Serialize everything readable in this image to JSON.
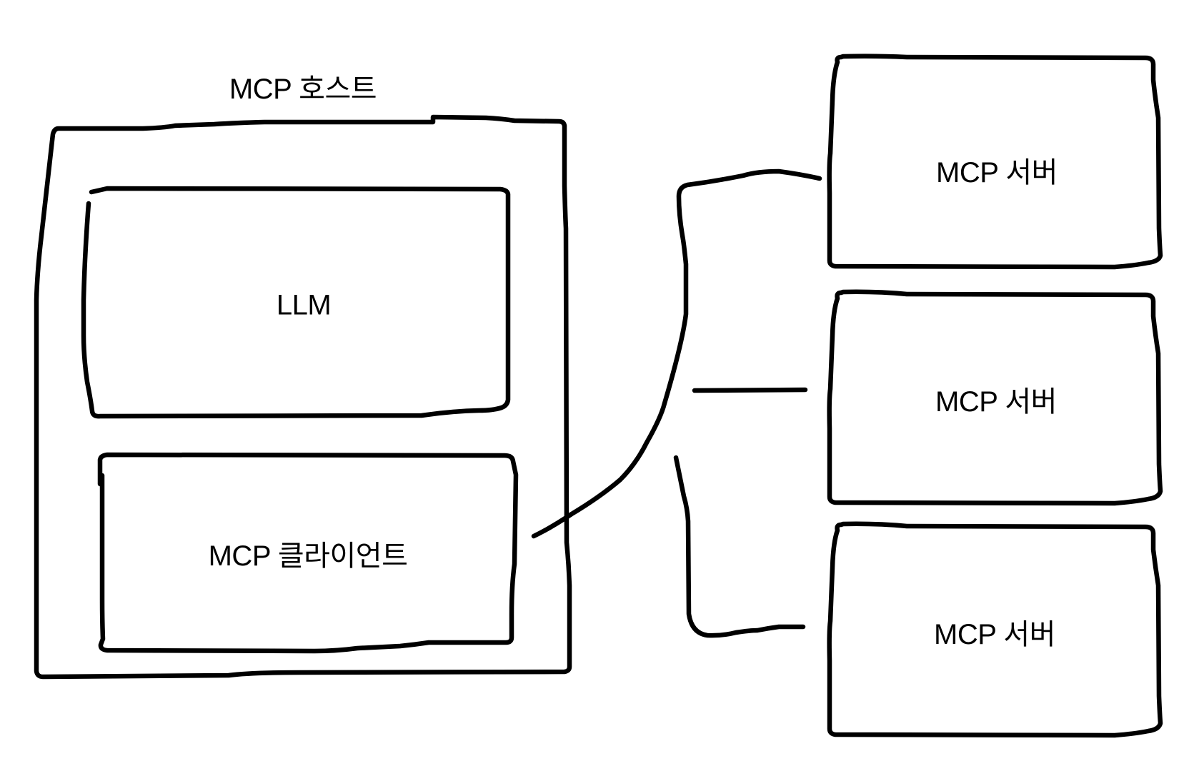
{
  "diagram": {
    "host": {
      "label": "MCP 호스트"
    },
    "llm": {
      "label": "LLM"
    },
    "client": {
      "label": "MCP 클라이언트"
    },
    "servers": [
      {
        "label": "MCP 서버"
      },
      {
        "label": "MCP 서버"
      },
      {
        "label": "MCP 서버"
      }
    ],
    "stroke_color": "#000000",
    "background": "#ffffff"
  }
}
